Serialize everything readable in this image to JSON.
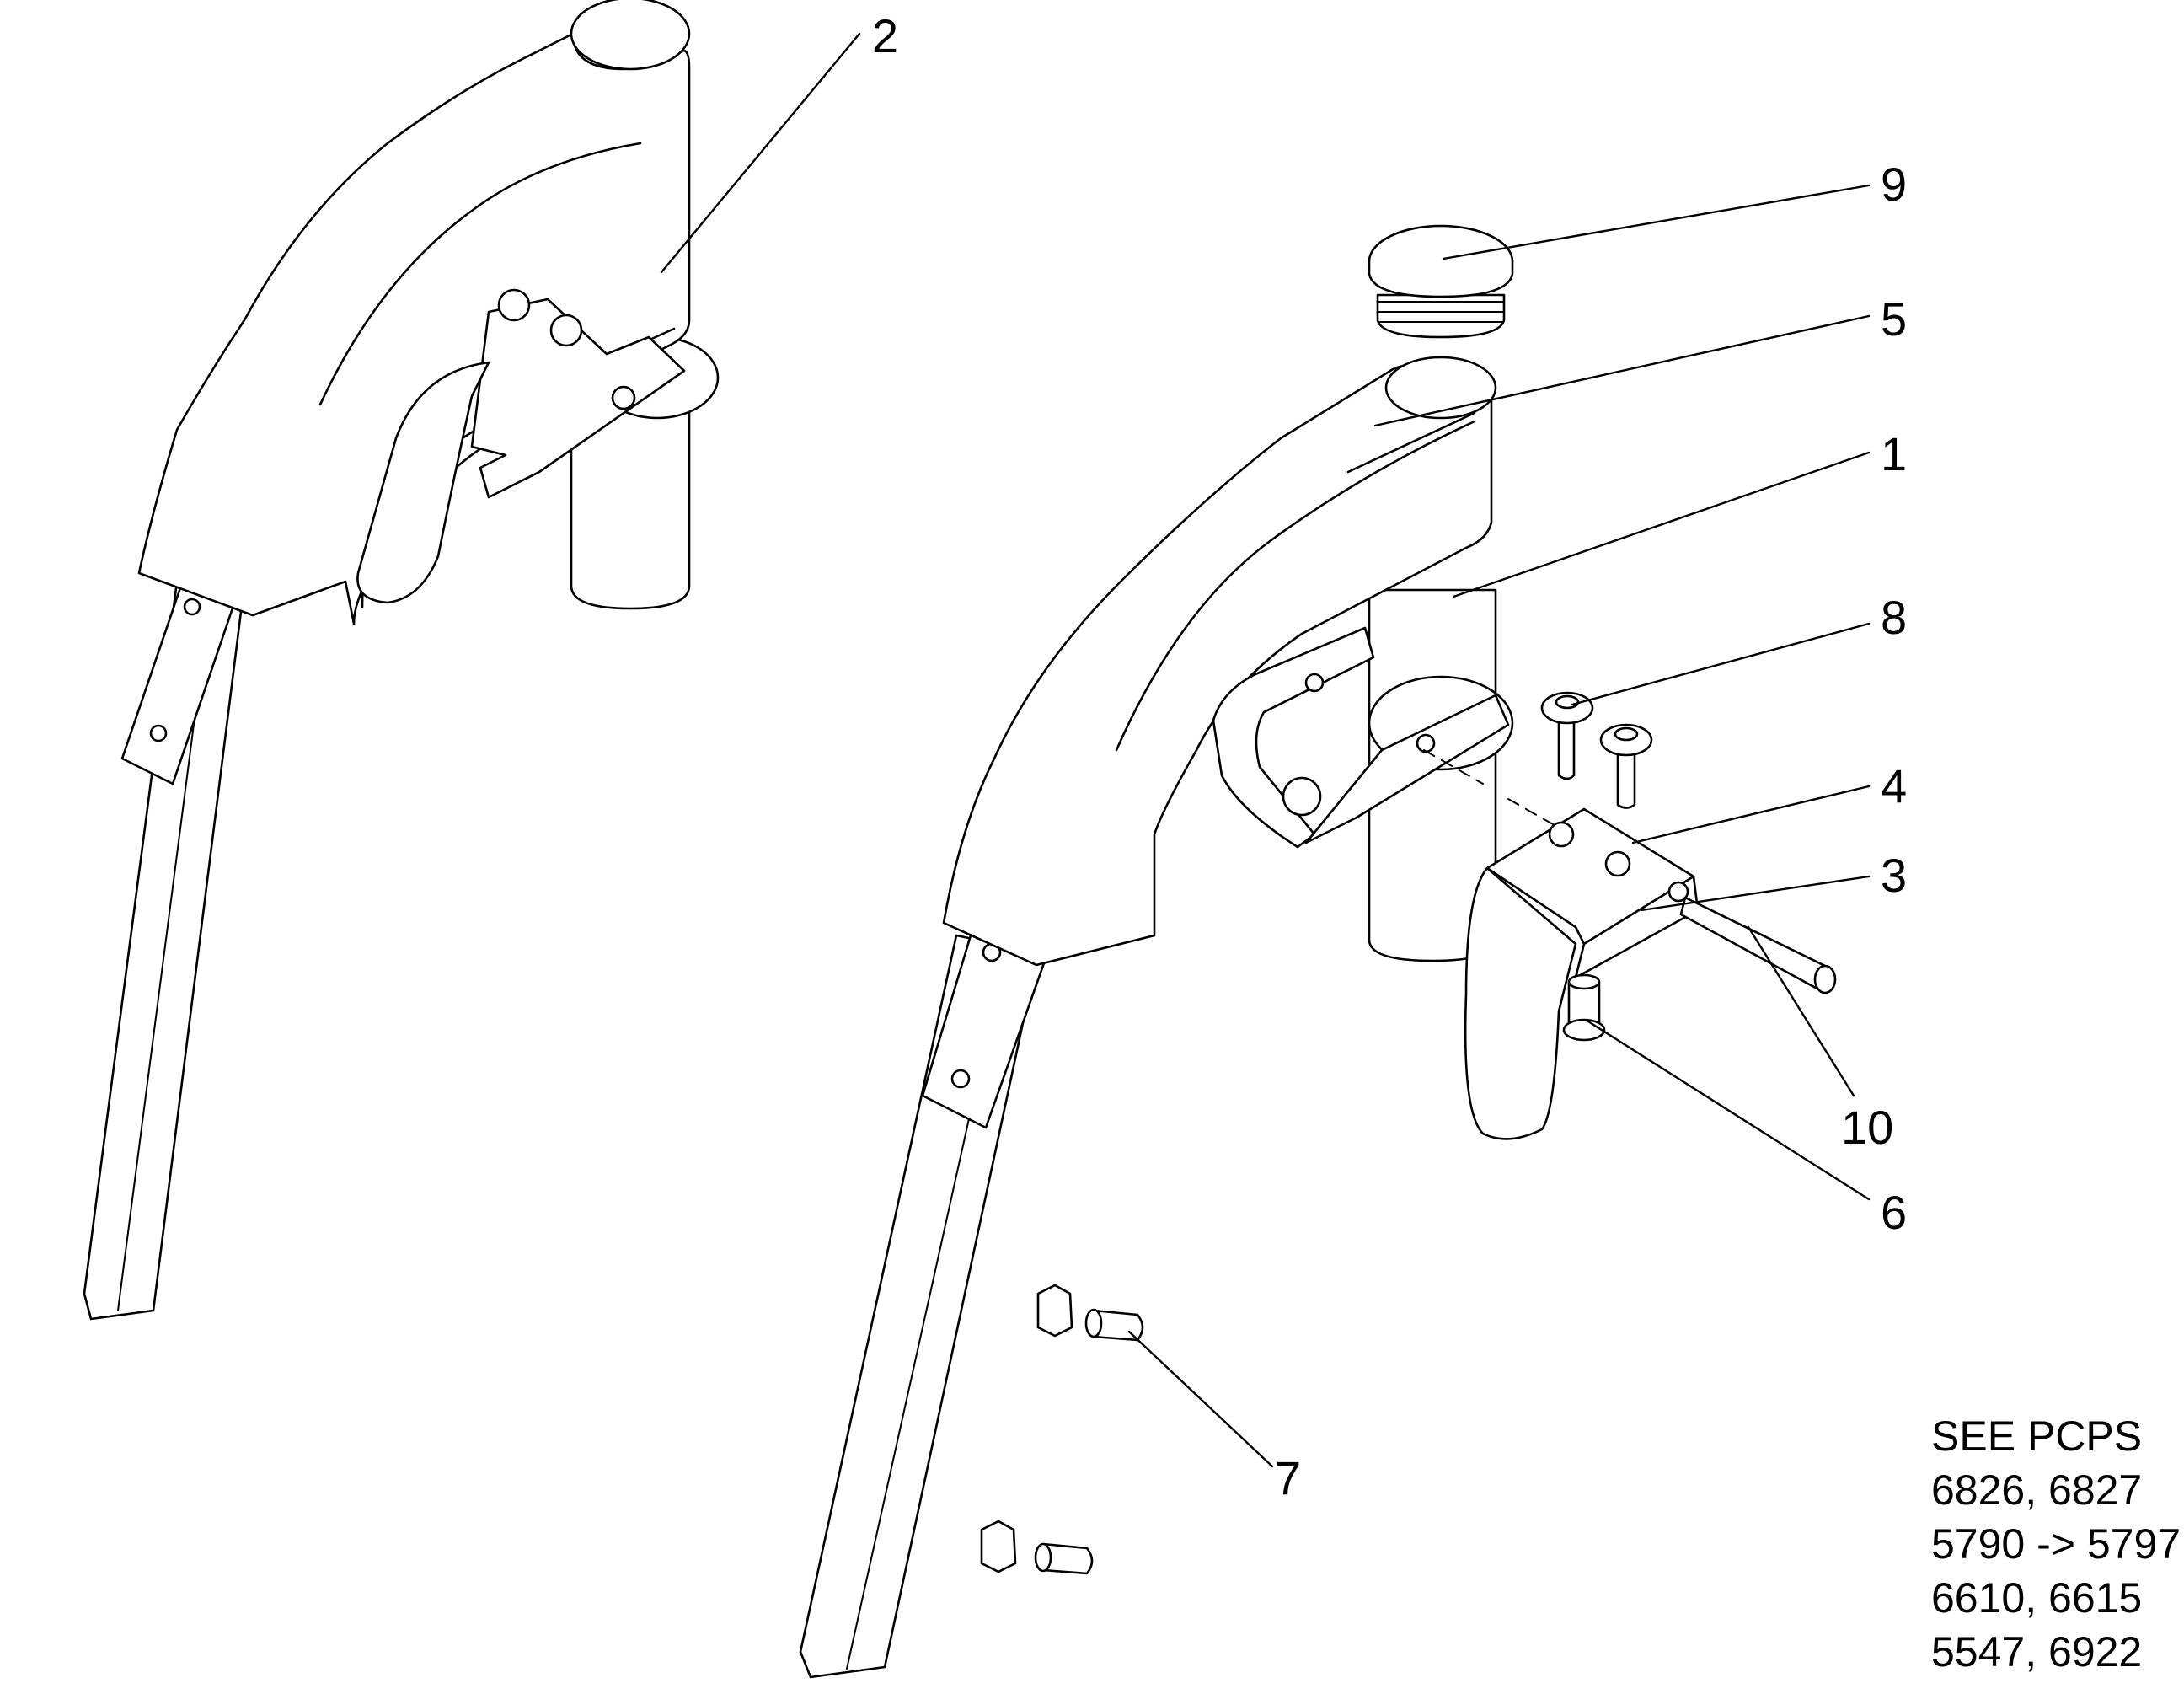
{
  "callouts": [
    {
      "id": "c2",
      "label": "2"
    },
    {
      "id": "c9",
      "label": "9"
    },
    {
      "id": "c5",
      "label": "5"
    },
    {
      "id": "c1",
      "label": "1"
    },
    {
      "id": "c8",
      "label": "8"
    },
    {
      "id": "c4",
      "label": "4"
    },
    {
      "id": "c3",
      "label": "3"
    },
    {
      "id": "c10",
      "label": "10"
    },
    {
      "id": "c6",
      "label": "6"
    },
    {
      "id": "c7",
      "label": "7"
    }
  ],
  "note": {
    "lines": [
      "SEE PCPS",
      "6826, 6827",
      "5790 -> 5797",
      "6610, 6615",
      "5547, 6922"
    ]
  },
  "colors": {
    "line": "#000000",
    "background": "#ffffff"
  }
}
